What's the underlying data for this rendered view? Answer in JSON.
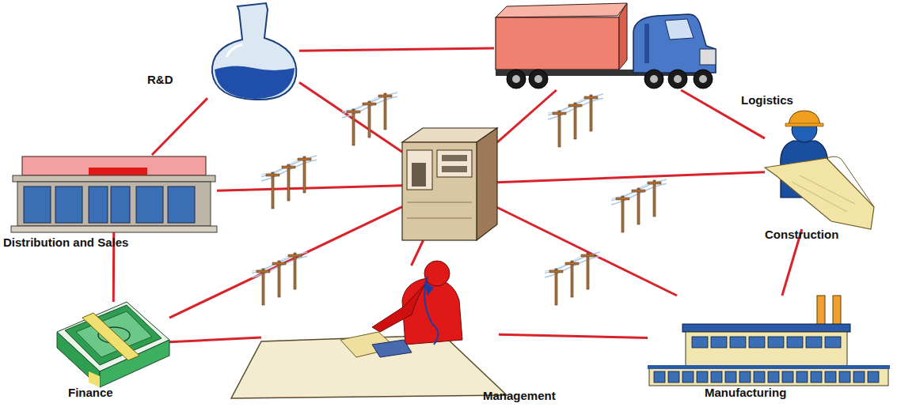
{
  "diagram": {
    "nodes": [
      {
        "text": [
          "R&D"
        ]
      },
      {
        "text": [
          "Logistics"
        ]
      },
      {
        "text": [
          "Distribution and Sales"
        ]
      },
      {
        "text": []
      },
      {
        "text": [
          "Construction"
        ]
      },
      {
        "text": [
          "Finance"
        ]
      },
      {
        "text": [
          "Management"
        ]
      },
      {
        "text": [
          "Manufacturing"
        ]
      }
    ],
    "edges": [
      {
        "from": 0,
        "to": 1,
        "arrow": "none"
      },
      {
        "from": 0,
        "to": 2,
        "arrow": "none"
      },
      {
        "from": 0,
        "to": 3,
        "arrow": "none"
      },
      {
        "from": 1,
        "to": 3,
        "arrow": "none"
      },
      {
        "from": 1,
        "to": 4,
        "arrow": "none"
      },
      {
        "from": 2,
        "to": 3,
        "arrow": "none"
      },
      {
        "from": 2,
        "to": 5,
        "arrow": "none"
      },
      {
        "from": 3,
        "to": 4,
        "arrow": "none"
      },
      {
        "from": 3,
        "to": 5,
        "arrow": "none"
      },
      {
        "from": 3,
        "to": 6,
        "arrow": "none"
      },
      {
        "from": 3,
        "to": 7,
        "arrow": "none"
      },
      {
        "from": 5,
        "to": 6,
        "arrow": "none"
      },
      {
        "from": 6,
        "to": 7,
        "arrow": "none"
      },
      {
        "from": 7,
        "to": 4,
        "arrow": "none"
      }
    ]
  }
}
